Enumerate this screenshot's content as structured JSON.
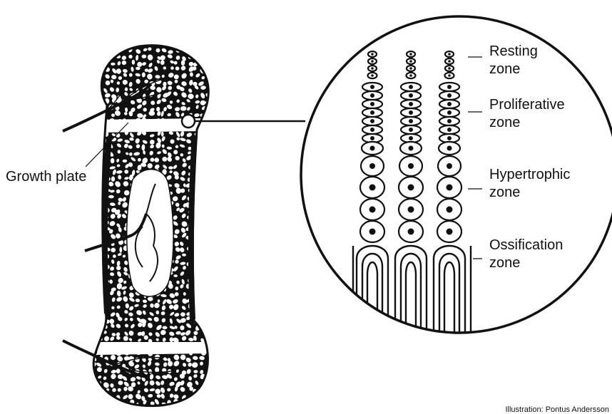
{
  "labels": {
    "growth_plate": "Growth plate",
    "resting": [
      "Resting",
      "zone"
    ],
    "proliferative": [
      "Proliferative",
      "zone"
    ],
    "hypertrophic": [
      "Hypertrophic",
      "zone"
    ],
    "ossification": [
      "Ossification",
      "zone"
    ]
  },
  "credit": "Illustration: Pontus Andersson",
  "colors": {
    "ink": "#111111",
    "background": "#ffffff"
  }
}
